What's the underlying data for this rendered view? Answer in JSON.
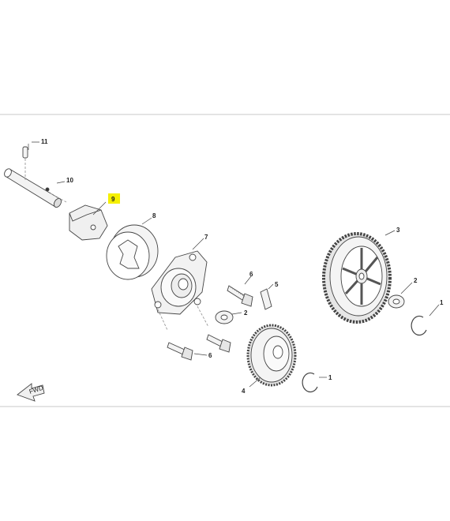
{
  "callouts": [
    {
      "id": "c11",
      "label": "11"
    },
    {
      "id": "c10",
      "label": "10"
    },
    {
      "id": "c9",
      "label": "9"
    },
    {
      "id": "c8",
      "label": "8"
    },
    {
      "id": "c7",
      "label": "7"
    },
    {
      "id": "c6a",
      "label": "6"
    },
    {
      "id": "c5",
      "label": "5"
    },
    {
      "id": "c2a",
      "label": "2"
    },
    {
      "id": "c6b",
      "label": "6"
    },
    {
      "id": "c4",
      "label": "4"
    },
    {
      "id": "c1a",
      "label": "1"
    },
    {
      "id": "c3",
      "label": "3"
    },
    {
      "id": "c2b",
      "label": "2"
    },
    {
      "id": "c1b",
      "label": "1"
    }
  ],
  "fwd_label": "FWD",
  "highlight_color": "#f5f000"
}
